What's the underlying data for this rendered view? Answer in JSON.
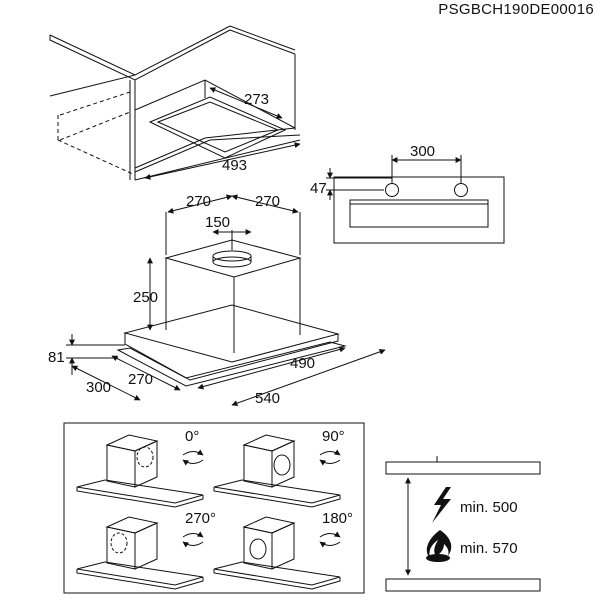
{
  "document_code": "PSGBCH190DE00016",
  "cabinet": {
    "dim_depth": "273",
    "dim_width": "493"
  },
  "wall_plate": {
    "dim_hole_spacing": "300",
    "dim_hole_height": "47"
  },
  "hood": {
    "dim_top_left": "270",
    "dim_top_right": "270",
    "dim_outlet": "150",
    "dim_chimney_height": "250",
    "dim_panel_height": "81",
    "dim_depth_outer": "300",
    "dim_depth_inner": "270",
    "dim_inner_width": "490",
    "dim_outer_width": "540"
  },
  "rotations": [
    {
      "angle": "0°"
    },
    {
      "angle": "90°"
    },
    {
      "angle": "270°"
    },
    {
      "angle": "180°"
    }
  ],
  "clearances": {
    "electric": "min. 500",
    "gas": "min. 570"
  }
}
